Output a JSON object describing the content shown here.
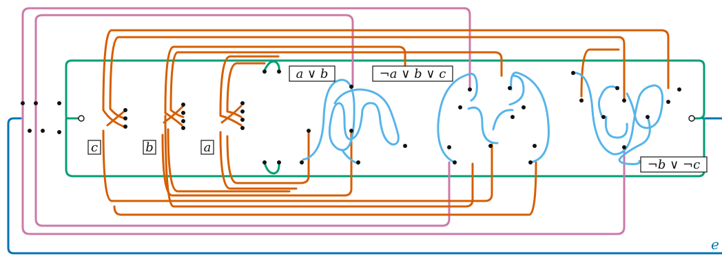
{
  "colors": {
    "pink": "#cc79a7",
    "orange": "#d55e00",
    "green": "#009e73",
    "blue": "#56b4e9",
    "darkblue": "#0072b2",
    "ink": "#111111"
  },
  "labels": {
    "var_c": "c",
    "var_b": "b",
    "var_a": "a",
    "clause1": "a ∨ b",
    "clause2": "¬a ∨ b ∨ c",
    "clause3": "¬b ∨ ¬c",
    "edge": "e"
  }
}
